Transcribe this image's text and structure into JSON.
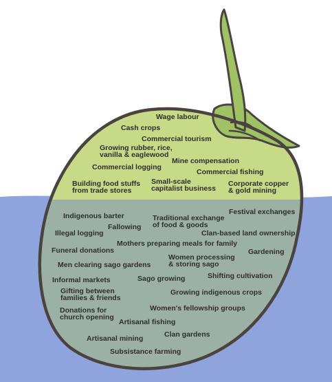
{
  "colors": {
    "water": "#8fa4dc",
    "coconut_above": "#c7da88",
    "coconut_below": "#9cb1a6",
    "outline": "#4a4340",
    "stem": "#9fc364",
    "text": "#2e2e2e"
  },
  "above_water": {
    "wage_labour": "Wage labour",
    "cash_crops": "Cash crops",
    "commercial_tourism": "Commercial tourism",
    "growing_rubber": "Growing rubber, rice,\nvanilla & eaglewood",
    "mine_compensation": "Mine compensation",
    "commercial_logging": "Commercial logging",
    "commercial_fishing": "Commercial fishing",
    "building_food_stuffs": "Building food stuffs\nfrom trade stores",
    "small_scale_business": "Small-scale\ncapitalist business",
    "corporate_mining": "Corporate copper\n& gold mining"
  },
  "below_water": {
    "indigenous_barter": "Indigenous barter",
    "traditional_exchange": "Traditional exchange\nof food & goods",
    "festival_exchanges": "Festival exchanges",
    "fallowing": "Fallowing",
    "illegal_logging": "Illegal logging",
    "clan_land_ownership": "Clan-based land ownership",
    "mothers_preparing_meals": "Mothers preparing meals for family",
    "funeral_donations": "Funeral donations",
    "gardening": "Gardening",
    "women_processing_sago": "Women processing\n& storing sago",
    "men_clearing_sago": "Men clearing sago gardens",
    "shifting_cultivation": "Shifting cultivation",
    "informal_markets": "Informal markets",
    "sago_growing": "Sago growing",
    "gifting": "Gifting between\nfamilies & friends",
    "growing_indigenous_crops": "Growing indigenous crops",
    "womens_fellowship": "Women's fellowship groups",
    "donations_church": "Donations for\nchurch opening",
    "artisanal_fishing": "Artisanal fishing",
    "clan_gardens": "Clan gardens",
    "artisanal_mining": "Artisanal mining",
    "subsistence_farming": "Subsistance farming"
  }
}
